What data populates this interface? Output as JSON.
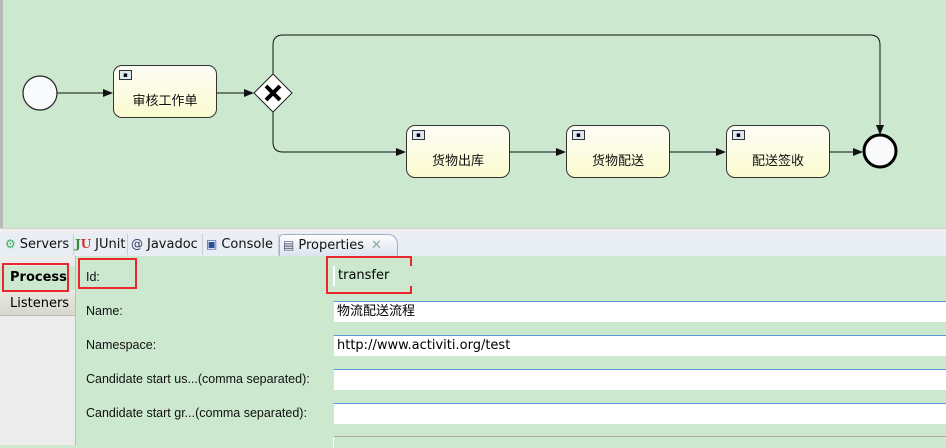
{
  "diagram": {
    "tasks": [
      {
        "label": "审核工作单"
      },
      {
        "label": "货物出库"
      },
      {
        "label": "货物配送"
      },
      {
        "label": "配送签收"
      }
    ],
    "colors": {
      "background": "#cce8cf",
      "task_fill": "#fbfbcf",
      "line": "#111111"
    }
  },
  "tabs": [
    {
      "label": "Servers",
      "icon": "servers-icon"
    },
    {
      "label": "JUnit",
      "icon": "junit-icon"
    },
    {
      "label": "Javadoc",
      "icon": "javadoc-icon"
    },
    {
      "label": "Console",
      "icon": "console-icon"
    },
    {
      "label": "Properties",
      "icon": "properties-icon",
      "active": true
    }
  ],
  "sidebar": {
    "items": [
      {
        "label": "Process"
      },
      {
        "label": "Listeners"
      }
    ]
  },
  "form": {
    "fields": [
      {
        "label": "Id:",
        "value": "transfer"
      },
      {
        "label": "Name:",
        "value": "物流配送流程"
      },
      {
        "label": "Namespace:",
        "value": "http://www.activiti.org/test"
      },
      {
        "label": "Candidate start us...(comma separated):",
        "value": ""
      },
      {
        "label": "Candidate start gr...(comma separated):",
        "value": ""
      }
    ]
  },
  "highlight_color": "#e8282e"
}
